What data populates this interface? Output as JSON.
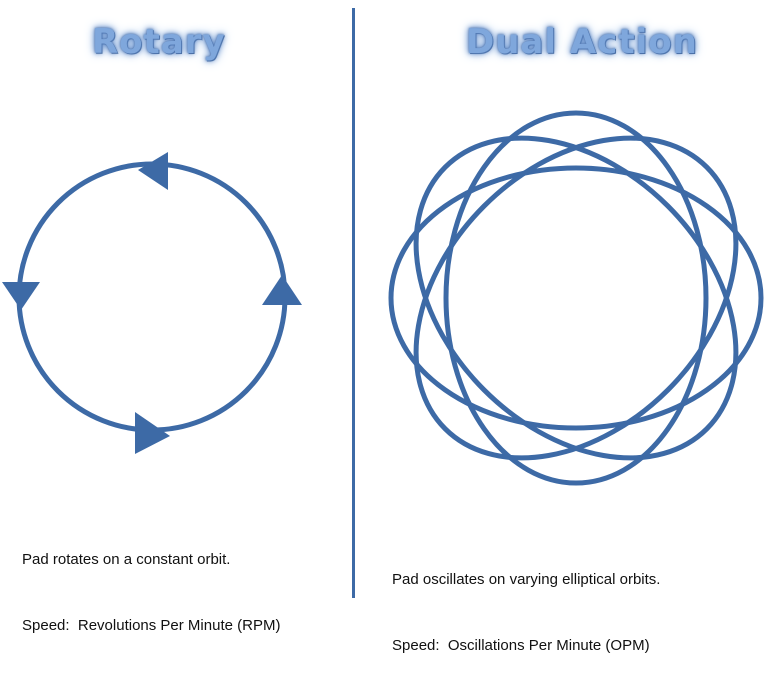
{
  "panels": {
    "rotary": {
      "title": "Rotary",
      "description": "Pad rotates on a constant orbit.",
      "speed": "Speed:  Revolutions Per Minute (RPM)"
    },
    "dual_action": {
      "title": "Dual Action",
      "description": "Pad oscillates on varying elliptical orbits.",
      "speed": "Speed:  Oscillations Per Minute (OPM)"
    }
  },
  "colors": {
    "stroke": "#3d6aa6",
    "title_glow": "#7fa7dc",
    "text": "#111111"
  },
  "icons": {
    "rotary_arrows": "triangle-arrowhead",
    "orbit_loops": "ellipse"
  }
}
